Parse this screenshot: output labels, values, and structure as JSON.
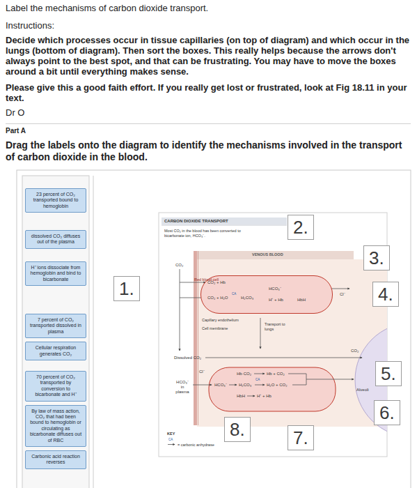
{
  "diagram": {
    "title": "Label the mechanisms of carbon dioxide transport.",
    "nodes": [
      {
        "text": [
          "23 percent of CO₂ transported bound to hemoglobin"
        ]
      },
      {
        "text": [
          "dissolved CO₂ diffuses out of the plasma"
        ]
      },
      {
        "text": [
          "H⁺ ions dissociate from hemoglobin and bind to bicarbonate"
        ]
      },
      {
        "text": [
          "7 percent of CO₂ transported dissolved in plasma"
        ]
      },
      {
        "text": [
          "Cellular respiration generates CO₂"
        ]
      },
      {
        "text": [
          "70 percent of CO₂ transported by conversion to bicarbonate and H⁺"
        ]
      },
      {
        "text": [
          "By law of mass action, CO₂ that had been bound to hemoglobin or circulating as bicarbonate diffuses out of RBC"
        ]
      },
      {
        "text": [
          "Carbonic acid reaction reverses"
        ]
      },
      {
        "text": [
          "1."
        ]
      },
      {
        "text": [
          "2."
        ]
      },
      {
        "text": [
          "3."
        ]
      },
      {
        "text": [
          "4."
        ]
      },
      {
        "text": [
          "5."
        ]
      },
      {
        "text": [
          "6."
        ]
      },
      {
        "text": [
          "7."
        ]
      },
      {
        "text": [
          "8."
        ]
      },
      {
        "text": [
          "Red blood cell"
        ]
      }
    ],
    "labels": [
      "Instructions:",
      "Decide which processes occur in tissue capillaries (on top of diagram) and which occur in the lungs (bottom of diagram). Then sort the boxes. This really helps because the arrows don't always point to the best spot, and that can be frustrating. You may have to move the boxes around a bit until everything makes sense.",
      "Please give this a good faith effort. If you really get lost or frustrated, look at Fig 18.11 in your text.",
      "Dr O",
      "Part A",
      "Drag the labels onto the diagram to identify the mechanisms involved in the transport of carbon dioxide in the blood.",
      "CARBON DIOXIDE TRANSPORT",
      "Most CO₂ in the blood has been converted to bicarbonate ion, HCO₃⁻.",
      "VENOUS BLOOD",
      "CO₂",
      "CO₂ + Hb",
      "CO₂ + H₂O",
      "CA",
      "H₂CO₃",
      "HCO₃⁻",
      "H⁺ + Hb",
      "HbH",
      "Cl⁻",
      "Capillary endothelium",
      "Cell membrane",
      "Transport to lungs",
      "Dissolved CO₂",
      "CO₂",
      "Cl⁻",
      "HCO₃⁻ in plasma",
      "Hb·CO₂",
      "Hb + CO₂",
      "HCO₃⁻",
      "H₂CO₃",
      "CA",
      "H₂O + CO₂",
      "HbH",
      "H⁺ + Hb",
      "Alveoli",
      "KEY",
      "CA"
    ],
    "legend": [
      {
        "text": "= carbonic anhydrase"
      }
    ]
  }
}
